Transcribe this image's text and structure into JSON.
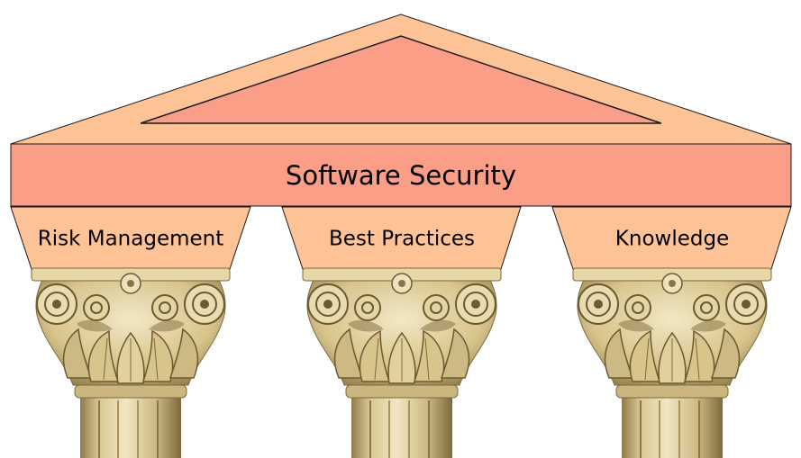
{
  "diagram": {
    "roof_label": "Software Security",
    "pillars": [
      {
        "label": "Risk Management"
      },
      {
        "label": "Best Practices"
      },
      {
        "label": "Knowledge"
      }
    ]
  },
  "colors": {
    "outer_fill": "#fdc397",
    "inner_fill": "#fb9e88",
    "stroke": "#1a1a1a",
    "stone_light": "#ece0b6",
    "stone_mid": "#d8c58c",
    "stone_dark": "#9a8450",
    "stone_shadow": "#6c5a32"
  }
}
